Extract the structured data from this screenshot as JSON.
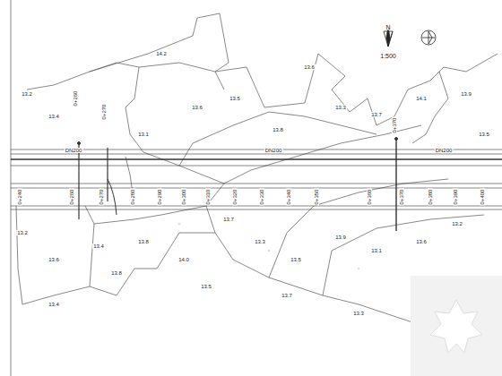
{
  "diagram": {
    "labels": [
      "1:500",
      "N",
      "DN200",
      "DN200",
      "DN200",
      "0+240",
      "0+260",
      "0+270",
      "0+280",
      "0+290",
      "0+300",
      "0+310",
      "0+320",
      "0+330",
      "0+340",
      "0+350",
      "0+360",
      "0+370",
      "0+380",
      "0+390",
      "0+400",
      "0+260",
      "0+270",
      "0+370",
      "13.2",
      "13.4",
      "13.1",
      "13.6",
      "13.5",
      "13.8",
      "13.3",
      "13.7",
      "14.1",
      "13.9",
      "13.5",
      "13.2",
      "13.6",
      "13.4",
      "13.8",
      "14.0",
      "13.7",
      "13.3",
      "13.5",
      "13.9",
      "13.1",
      "13.6",
      "13.2",
      "13.4",
      "13.8",
      "13.5",
      "13.7",
      "13.3",
      "14.2",
      "13.6"
    ]
  }
}
